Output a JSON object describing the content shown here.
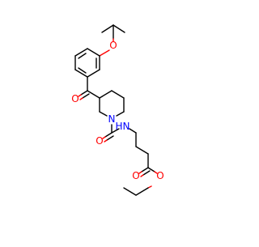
{
  "molecule": {
    "atom_labels": {
      "ether_oxygen": "O",
      "ketone_oxygen": "O",
      "ring_nitrogen": "N",
      "carbamoyl_oxygen": "O",
      "amide_nh": "H",
      "amide_n": "N",
      "ester_carbonyl_oxygen": "O",
      "ester_oxygen": "O"
    },
    "colors": {
      "bond": "#000000",
      "oxygen": "#ff0000",
      "nitrogen": "#0000ff"
    }
  }
}
